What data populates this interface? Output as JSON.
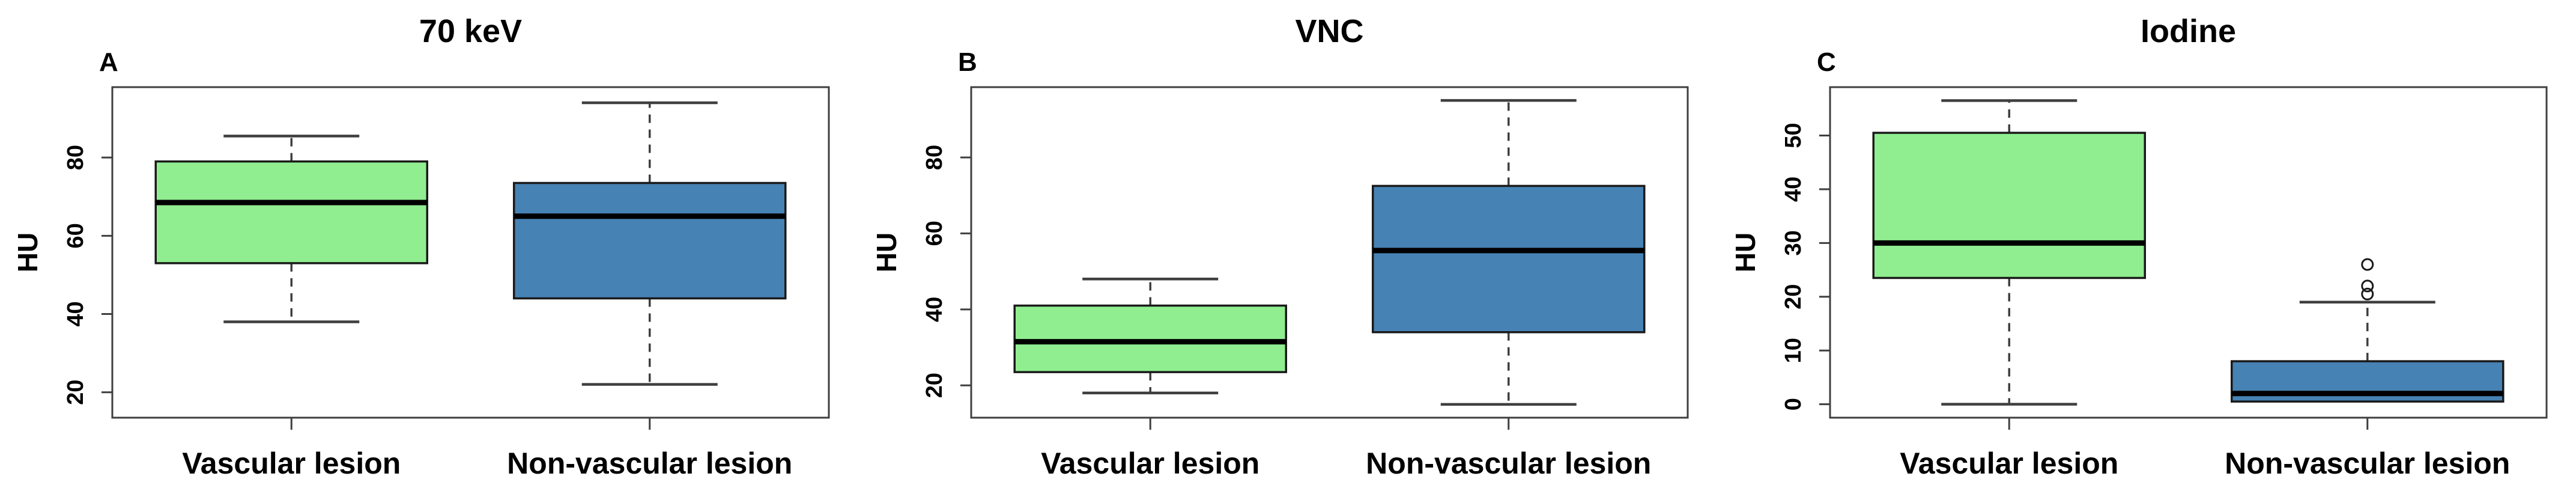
{
  "figure": {
    "background": "#ffffff",
    "axis_color": "#3f3f3f",
    "text_color": "#000000",
    "vascular_color": "#90EE90",
    "non_vascular_color": "#4682B4"
  },
  "chart_data": {
    "type": "boxplot",
    "panels": [
      {
        "panel_letter": "A",
        "title": "70 keV",
        "ylabel": "HU",
        "yticks": [
          20,
          40,
          60,
          80
        ],
        "ylim": [
          13.5,
          98
        ],
        "categories": [
          "Vascular lesion",
          "Non-vascular lesion"
        ],
        "boxes": [
          {
            "category": "Vascular lesion",
            "fill": "#90EE90",
            "whisker_low": 38,
            "q1": 53,
            "median": 68.5,
            "q3": 79,
            "whisker_high": 85.5,
            "outliers": []
          },
          {
            "category": "Non-vascular lesion",
            "fill": "#4682B4",
            "whisker_low": 22,
            "q1": 44,
            "median": 65,
            "q3": 73.5,
            "whisker_high": 94,
            "outliers": []
          }
        ]
      },
      {
        "panel_letter": "B",
        "title": "VNC",
        "ylabel": "HU",
        "yticks": [
          20,
          40,
          60,
          80
        ],
        "ylim": [
          11.5,
          98.5
        ],
        "categories": [
          "Vascular lesion",
          "Non-vascular lesion"
        ],
        "boxes": [
          {
            "category": "Vascular lesion",
            "fill": "#90EE90",
            "whisker_low": 18,
            "q1": 23.5,
            "median": 31.5,
            "q3": 41,
            "whisker_high": 48,
            "outliers": []
          },
          {
            "category": "Non-vascular lesion",
            "fill": "#4682B4",
            "whisker_low": 15,
            "q1": 34,
            "median": 55.5,
            "q3": 72.5,
            "whisker_high": 95,
            "outliers": []
          }
        ]
      },
      {
        "panel_letter": "C",
        "title": "Iodine",
        "ylabel": "HU",
        "yticks": [
          0,
          10,
          20,
          30,
          40,
          50
        ],
        "ylim": [
          -2.5,
          59
        ],
        "categories": [
          "Vascular lesion",
          "Non-vascular lesion"
        ],
        "boxes": [
          {
            "category": "Vascular lesion",
            "fill": "#90EE90",
            "whisker_low": 0,
            "q1": 23.5,
            "median": 30,
            "q3": 50.5,
            "whisker_high": 56.5,
            "outliers": []
          },
          {
            "category": "Non-vascular lesion",
            "fill": "#4682B4",
            "whisker_low": 0.5,
            "q1": 0.5,
            "median": 2,
            "q3": 8,
            "whisker_high": 19,
            "outliers": [
              20.5,
              22,
              26
            ]
          }
        ]
      }
    ]
  }
}
